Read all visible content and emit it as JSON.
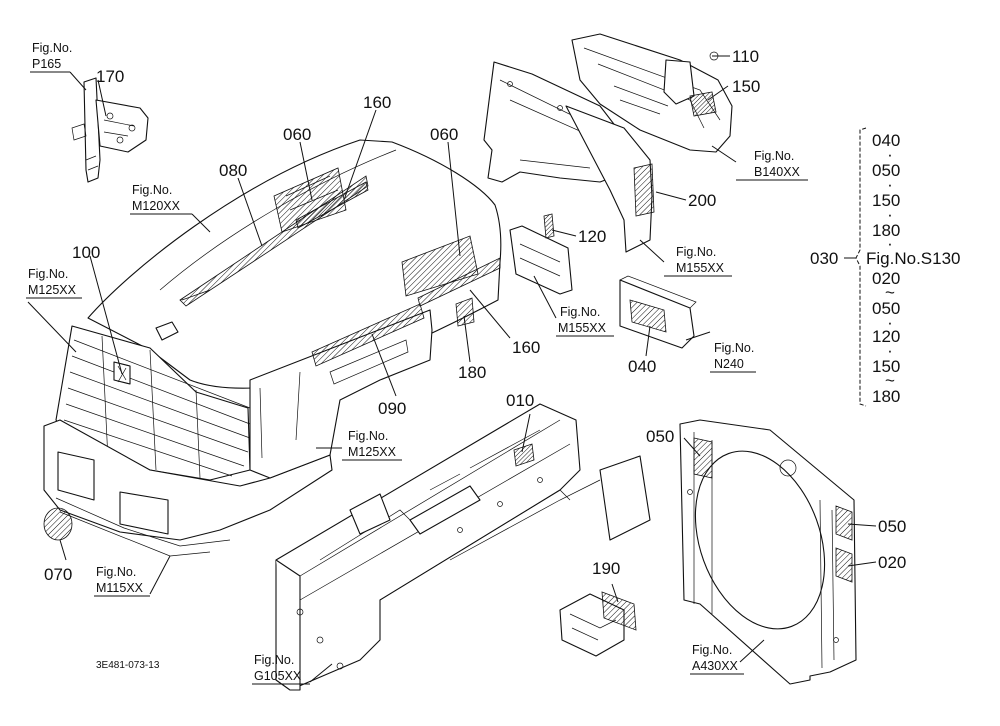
{
  "diagram_code": "3E481-073-13",
  "callouts": {
    "c010": "010",
    "c020": "020",
    "c030": "030",
    "c040": "040",
    "c050a": "050",
    "c050b": "050",
    "c060a": "060",
    "c060b": "060",
    "c070": "070",
    "c080": "080",
    "c090": "090",
    "c100": "100",
    "c110": "110",
    "c120": "120",
    "c150": "150",
    "c160a": "160",
    "c160b": "160",
    "c170": "170",
    "c180": "180",
    "c190": "190",
    "c200": "200"
  },
  "fig_refs": {
    "p165": {
      "prefix": "Fig.No.",
      "code": "P165"
    },
    "m120": {
      "prefix": "Fig.No.",
      "code": "M120XX"
    },
    "m125a": {
      "prefix": "Fig.No.",
      "code": "M125XX"
    },
    "m125b": {
      "prefix": "Fig.No.",
      "code": "M125XX"
    },
    "m115": {
      "prefix": "Fig.No.",
      "code": "M115XX"
    },
    "g105": {
      "prefix": "Fig.No.",
      "code": "G105XX"
    },
    "b140": {
      "prefix": "Fig.No.",
      "code": "B140XX"
    },
    "m155a": {
      "prefix": "Fig.No.",
      "code": "M155XX"
    },
    "m155b": {
      "prefix": "Fig.No.",
      "code": "M155XX"
    },
    "n240": {
      "prefix": "Fig.No.",
      "code": "N240"
    },
    "a430": {
      "prefix": "Fig.No.",
      "code": "A430XX"
    }
  },
  "set_list": {
    "label": "030",
    "items": [
      "040",
      "050",
      "150",
      "180",
      "Fig.No.S130",
      "020",
      "050",
      "120",
      "150",
      "180"
    ],
    "separators": [
      "·",
      "·",
      "·",
      "·",
      "",
      "~",
      "·",
      "·",
      "~"
    ]
  }
}
